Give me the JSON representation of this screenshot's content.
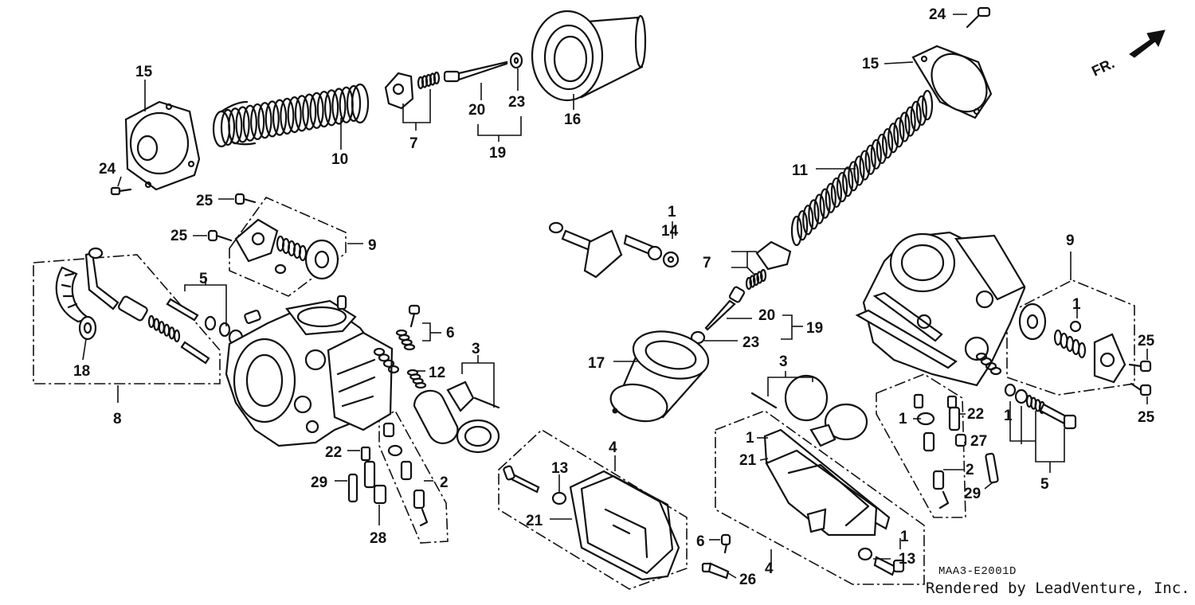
{
  "diagram": {
    "code": "MAA3-E2001D",
    "credit": "Rendered by LeadVenture, Inc.",
    "direction_label": "FR.",
    "callouts": {
      "c15_left": "15",
      "c24_left": "24",
      "c10": "10",
      "c7_top": "7",
      "c20_top": "20",
      "c23_top": "23",
      "c19_top": "19",
      "c16": "16",
      "c25_a": "25",
      "c25_b": "25",
      "c9_left": "9",
      "c18": "18",
      "c8": "8",
      "c5_left": "5",
      "c6_mid": "6",
      "c3_left": "3",
      "c12": "12",
      "c22_left": "22",
      "c29_left": "29",
      "c28": "28",
      "c2_left": "2",
      "c4_left": "4",
      "c13_left": "13",
      "c21_left": "21",
      "c6_low": "6",
      "c26": "26",
      "c24_right": "24",
      "c15_right": "15",
      "c11": "11",
      "c1_mid": "1",
      "c14": "14",
      "c7_right": "7",
      "c20_right": "20",
      "c23_right": "23",
      "c19_right": "19",
      "c17": "17",
      "c3_right": "3",
      "c1_float": "1",
      "c21_right": "21",
      "c1_bowl": "1",
      "c13_right": "13",
      "c4_right": "4",
      "c9_right": "9",
      "c1_right_a": "1",
      "c25_c": "25",
      "c25_d": "25",
      "c1_jet": "1",
      "c22_right": "22",
      "c27": "27",
      "c2_right": "2",
      "c29_right": "29",
      "c1_screw": "1",
      "c5_right": "5"
    }
  }
}
